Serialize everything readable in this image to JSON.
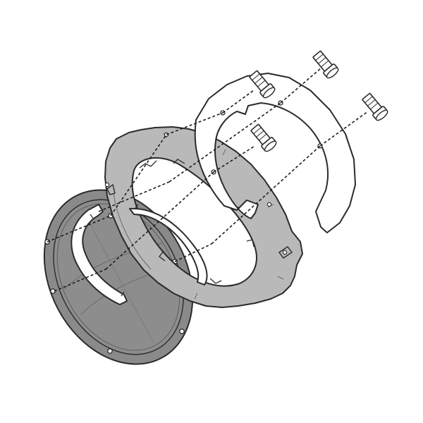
{
  "diagram": {
    "type": "exploded-assembly",
    "components": [
      "tank-flange-cover",
      "inner-arc-bracket",
      "mounting-ring",
      "outer-flange-plate",
      "screw-1",
      "screw-2",
      "screw-3",
      "screw-4"
    ],
    "colors": {
      "stroke": "#2b2b2b",
      "cover_fill": "#8a8a8a",
      "ring_fill": "#b9b9b9",
      "plate_fill": "#ffffff",
      "bracket_fill": "#ffffff",
      "screw_fill": "#ffffff",
      "background": "#ffffff"
    },
    "assembly_lines": "dashed"
  }
}
